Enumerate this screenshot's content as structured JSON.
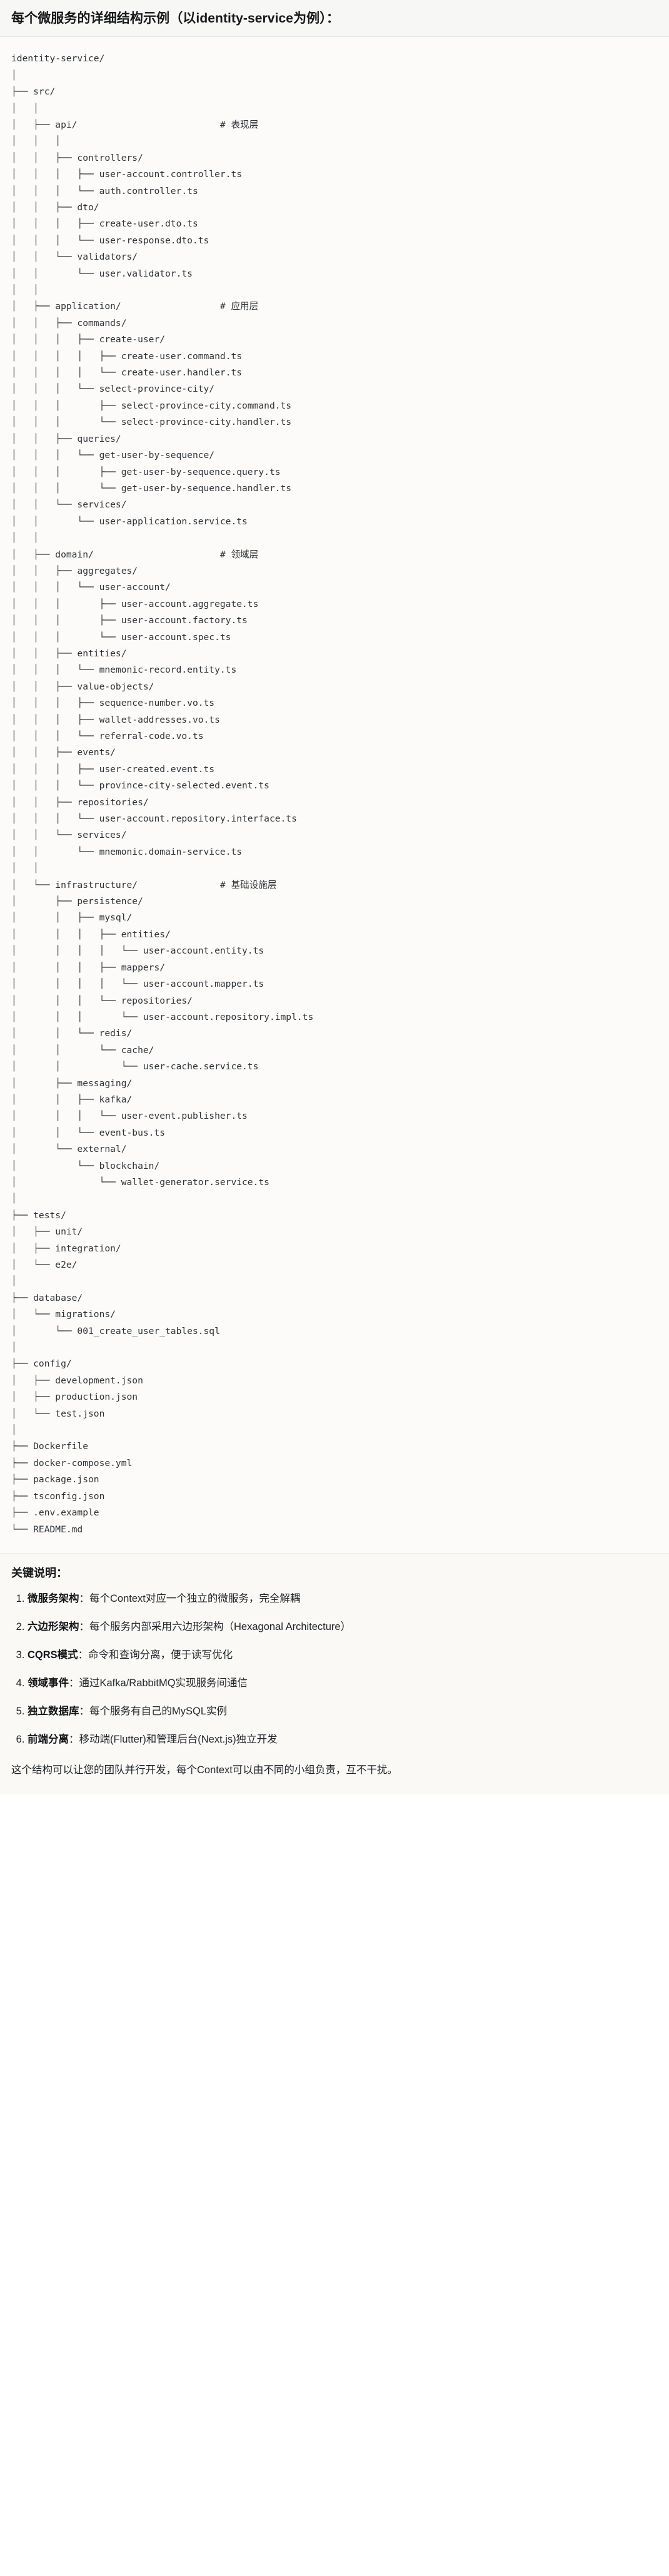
{
  "header": {
    "title": "每个微服务的详细结构示例（以identity-service为例）："
  },
  "tree": {
    "root_label": "identity-service/",
    "comments": {
      "api": "# 表现层",
      "application": "# 应用层",
      "domain": "# 领域层",
      "infrastructure": "# 基础设施层"
    },
    "text": "identity-service/\n│\n├── src/\n│   │\n│   ├── api/                          # 表现层\n│   │   │\n│   │   ├── controllers/\n│   │   │   ├── user-account.controller.ts\n│   │   │   └── auth.controller.ts\n│   │   ├── dto/\n│   │   │   ├── create-user.dto.ts\n│   │   │   └── user-response.dto.ts\n│   │   └── validators/\n│   │       └── user.validator.ts\n│   │\n│   ├── application/                  # 应用层\n│   │   ├── commands/\n│   │   │   ├── create-user/\n│   │   │   │   ├── create-user.command.ts\n│   │   │   │   └── create-user.handler.ts\n│   │   │   └── select-province-city/\n│   │   │       ├── select-province-city.command.ts\n│   │   │       └── select-province-city.handler.ts\n│   │   ├── queries/\n│   │   │   └── get-user-by-sequence/\n│   │   │       ├── get-user-by-sequence.query.ts\n│   │   │       └── get-user-by-sequence.handler.ts\n│   │   └── services/\n│   │       └── user-application.service.ts\n│   │\n│   ├── domain/                       # 领域层\n│   │   ├── aggregates/\n│   │   │   └── user-account/\n│   │   │       ├── user-account.aggregate.ts\n│   │   │       ├── user-account.factory.ts\n│   │   │       └── user-account.spec.ts\n│   │   ├── entities/\n│   │   │   └── mnemonic-record.entity.ts\n│   │   ├── value-objects/\n│   │   │   ├── sequence-number.vo.ts\n│   │   │   ├── wallet-addresses.vo.ts\n│   │   │   └── referral-code.vo.ts\n│   │   ├── events/\n│   │   │   ├── user-created.event.ts\n│   │   │   └── province-city-selected.event.ts\n│   │   ├── repositories/\n│   │   │   └── user-account.repository.interface.ts\n│   │   └── services/\n│   │       └── mnemonic.domain-service.ts\n│   │\n│   └── infrastructure/               # 基础设施层\n│       ├── persistence/\n│       │   ├── mysql/\n│       │   │   ├── entities/\n│       │   │   │   └── user-account.entity.ts\n│       │   │   ├── mappers/\n│       │   │   │   └── user-account.mapper.ts\n│       │   │   └── repositories/\n│       │   │       └── user-account.repository.impl.ts\n│       │   └── redis/\n│       │       └── cache/\n│       │           └── user-cache.service.ts\n│       ├── messaging/\n│       │   ├── kafka/\n│       │   │   └── user-event.publisher.ts\n│       │   └── event-bus.ts\n│       └── external/\n│           └── blockchain/\n│               └── wallet-generator.service.ts\n│\n├── tests/\n│   ├── unit/\n│   ├── integration/\n│   └── e2e/\n│\n├── database/\n│   └── migrations/\n│       └── 001_create_user_tables.sql\n│\n├── config/\n│   ├── development.json\n│   ├── production.json\n│   └── test.json\n│\n├── Dockerfile\n├── docker-compose.yml\n├── package.json\n├── tsconfig.json\n├── .env.example\n└── README.md"
  },
  "notes": {
    "title": "关键说明：",
    "items": [
      {
        "term": "微服务架构",
        "sep": "：",
        "desc": "每个Context对应一个独立的微服务，完全解耦"
      },
      {
        "term": "六边形架构",
        "sep": "：",
        "desc": "每个服务内部采用六边形架构（Hexagonal Architecture）"
      },
      {
        "term": "CQRS模式",
        "sep": "：",
        "desc": "命令和查询分离，便于读写优化"
      },
      {
        "term": "领域事件",
        "sep": "：",
        "desc": "通过Kafka/RabbitMQ实现服务间通信"
      },
      {
        "term": "独立数据库",
        "sep": "：",
        "desc": "每个服务有自己的MySQL实例"
      },
      {
        "term": "前端分离",
        "sep": "：",
        "desc": "移动端(Flutter)和管理后台(Next.js)独立开发"
      }
    ],
    "closing": "这个结构可以让您的团队并行开发，每个Context可以由不同的小组负责，互不干扰。"
  }
}
